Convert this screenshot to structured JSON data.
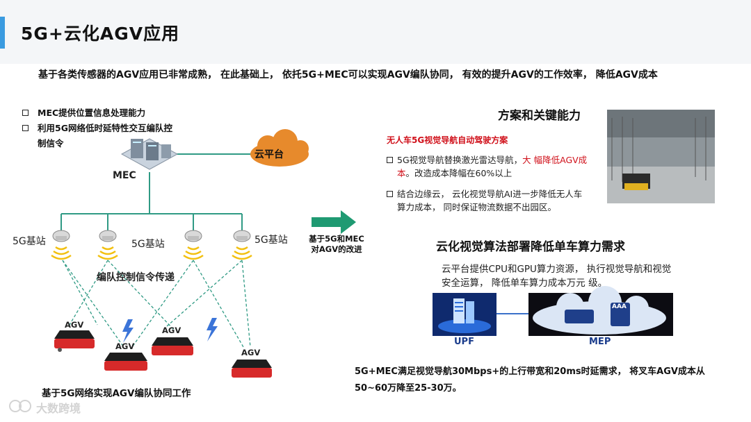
{
  "title": "5G+云化AGV应用",
  "intro": "基于各类传感器的AGV应用已非常成熟， 在此基础上， 依托5G+MEC可以实现AGV编队协同， 有效的提升AGV的工作效率， 降低AGV成本",
  "left_bullets": [
    "MEC提供位置信息处理能力",
    "利用5G网络低时延特性交互编队控制信令"
  ],
  "diagram": {
    "mec_label": "MEC",
    "cloud_label": "云平台",
    "station_labels": [
      "5G基站",
      "5G基站",
      "5G基站"
    ],
    "signal_label": "编队控制信令传递",
    "agv_labels": [
      "AGV",
      "AGV",
      "AGV",
      "AGV"
    ],
    "caption": "基于5G网络实现AGV编队协同工作"
  },
  "arrow_caption": "基于5G和MEC\n对AGV的改进",
  "right": {
    "solution_heading": "方案和关键能力",
    "solution_subtitle": "无人车5G视觉导航自动驾驶方案",
    "bullet1_normal_a": "5G视觉导航替换激光雷达导航，",
    "bullet1_red": "大 幅降低AGV成本",
    "bullet1_normal_b": "。改造成本降幅在60%以上",
    "bullet2": "结合边缘云， 云化视觉导航AI进一步降低无人车算力成本， 同时保证物流数据不出园区。",
    "cloud_heading": "云化视觉算法部署降低单车算力需求",
    "cloud_desc": "云平台提供CPU和GPU算力资源， 执行视觉导航和视觉安全运算， 降低单车算力成本万元 级。",
    "upf_label": "UPF",
    "mep_label": "MEP",
    "aaa_label": "AAA",
    "bottom_note": "5G+MEC满足视觉导航30Mbps+的上行带宽和20ms时延需求， 将叉车AGV成本从50~60万降至25-30万。"
  },
  "watermark": "大数跨境",
  "colors": {
    "accent": "#3a9be0",
    "red": "#d0101a",
    "teal_line": "#2f9a84",
    "arrow_green": "#1f9a72",
    "agv_red": "#d72a2a",
    "cloud_bg": "#dbe6f5"
  }
}
